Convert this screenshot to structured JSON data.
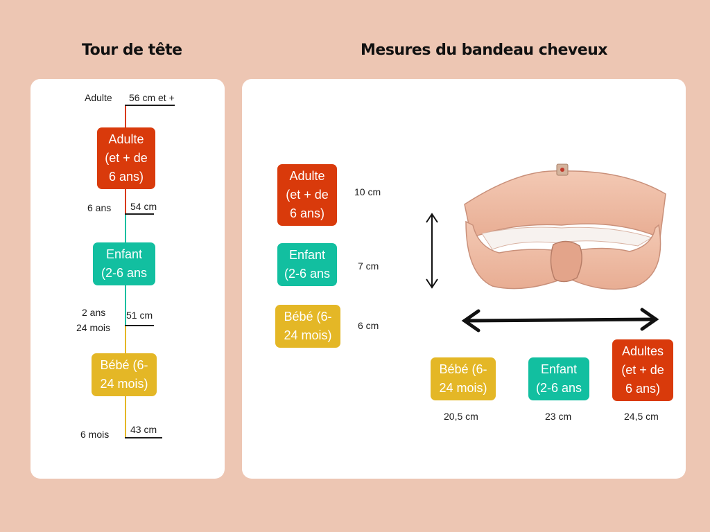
{
  "titles": {
    "head": "Tour de tête",
    "measures": "Mesures du bandeau cheveux"
  },
  "colors": {
    "background": "#edc6b3",
    "adult": "#d93a0b",
    "child": "#12bfa0",
    "baby": "#e4b726"
  },
  "head_scale": {
    "top_label": "Adulte",
    "top_value": "56 cm et +",
    "adult_badge": [
      "Adulte",
      "(et + de",
      "6 ans)"
    ],
    "age_6ans": "6 ans",
    "value_54": "54 cm",
    "child_badge": [
      "Enfant",
      "(2-6 ans"
    ],
    "age_2ans": "2 ans",
    "age_24mois": "24 mois",
    "value_51": "51 cm",
    "baby_badge": [
      "Bébé (6-",
      "24 mois)"
    ],
    "age_6mois": "6 mois",
    "value_43": "43 cm"
  },
  "headband": {
    "height_rows": [
      {
        "badge": [
          "Adulte",
          "(et + de",
          "6 ans)"
        ],
        "value": "10 cm"
      },
      {
        "badge": [
          "Enfant",
          "(2-6 ans"
        ],
        "value": "7 cm"
      },
      {
        "badge": [
          "Bébé (6-",
          "24 mois)"
        ],
        "value": "6 cm"
      }
    ],
    "width_cols": [
      {
        "badge": [
          "Bébé (6-",
          "24 mois)"
        ],
        "value": "20,5 cm"
      },
      {
        "badge": [
          "Enfant",
          "(2-6 ans"
        ],
        "value": "23 cm"
      },
      {
        "badge": [
          "Adultes",
          "(et + de",
          "6 ans)"
        ],
        "value": "24,5 cm"
      }
    ]
  }
}
